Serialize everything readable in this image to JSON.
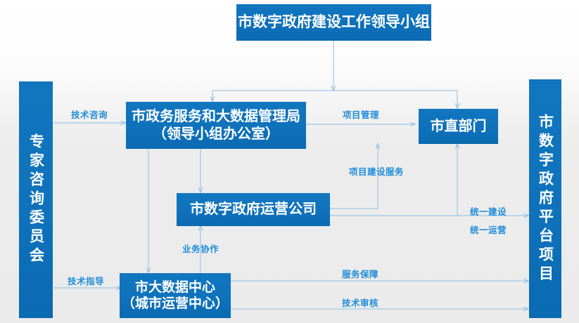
{
  "diagram": {
    "title_text": "市数字政府建设工作领导小组",
    "theme": {
      "node_fill": "#0d74bf",
      "node_text": "#ffffff",
      "line_color": "#9dc8e8",
      "label_text": "#1e8bd8",
      "background": "#ebebeb"
    },
    "nodes": {
      "leading_group": {
        "label": "市数字政府建设工作领导小组"
      },
      "expert_committee": {
        "label": "专家咨询委员会"
      },
      "admin_bureau": {
        "line1": "市政务服务和大数据管理局",
        "line2": "（领导小组办公室）"
      },
      "municipal_departments": {
        "label": "市直部门"
      },
      "operating_company": {
        "label": "市数字政府运营公司"
      },
      "big_data_center": {
        "line1": "市大数据中心",
        "line2": "（城市运营中心）"
      },
      "platform_project": {
        "label": "市数字政府平台项目"
      }
    },
    "edge_labels": {
      "tech_consulting": "技术咨询",
      "project_management": "项目管理",
      "project_construction_service": "项目建设服务",
      "unified_construction": "统一建设",
      "unified_operation": "统一运营",
      "business_collaboration": "业务协作",
      "tech_guidance": "技术指导",
      "service_guarantee": "服务保障",
      "tech_review": "技术审核"
    }
  }
}
